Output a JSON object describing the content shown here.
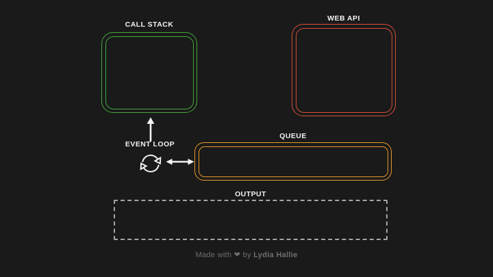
{
  "colors": {
    "background": "#1a1a1a",
    "call-stack-border": "#44a83c",
    "web-api-border": "#d5503a",
    "queue-border": "#e8992b",
    "output-border": "#a6a6a6",
    "label-text": "#f2f2f2",
    "arrow": "#f2f2f2",
    "footer-text": "#6f6f6f"
  },
  "diagram": {
    "call_stack": {
      "label": "CALL STACK"
    },
    "web_api": {
      "label": "WEB API"
    },
    "queue": {
      "label": "QUEUE"
    },
    "event_loop": {
      "label": "EVENT LOOP"
    },
    "output": {
      "label": "OUTPUT"
    }
  },
  "icons": {
    "event_loop_icon": "refresh-cycle",
    "up_arrow_icon": "arrow-up",
    "between_arrow_icon": "arrow-left-right",
    "heart_icon": "❤"
  },
  "footer": {
    "made_with": "Made with",
    "heart": "❤",
    "by": "by",
    "author": "Lydia Hallie"
  }
}
